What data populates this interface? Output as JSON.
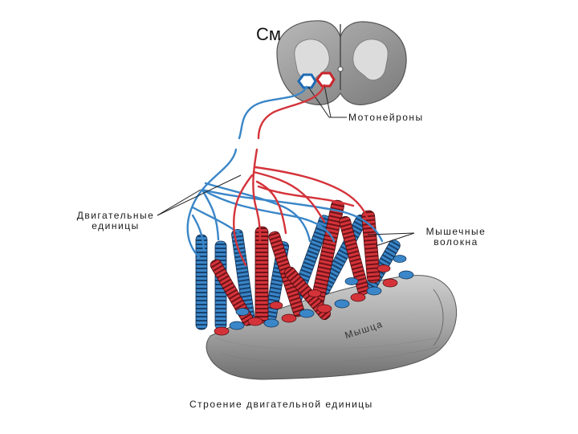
{
  "labels": {
    "spinal_cord": "См",
    "motor_neurons": "Мотонейроны",
    "motor_units_line1": "Двигательные",
    "motor_units_line2": "единицы",
    "muscle_fibers_line1": "Мышечные",
    "muscle_fibers_line2": "волокна",
    "muscle": "Мышца",
    "caption": "Строение двигательной единицы"
  },
  "colors": {
    "blue_unit": "#3a86c8",
    "red_unit": "#d4333a",
    "cord_gray": "#8c8c8c",
    "muscle_gray": "#9a9a9a"
  }
}
